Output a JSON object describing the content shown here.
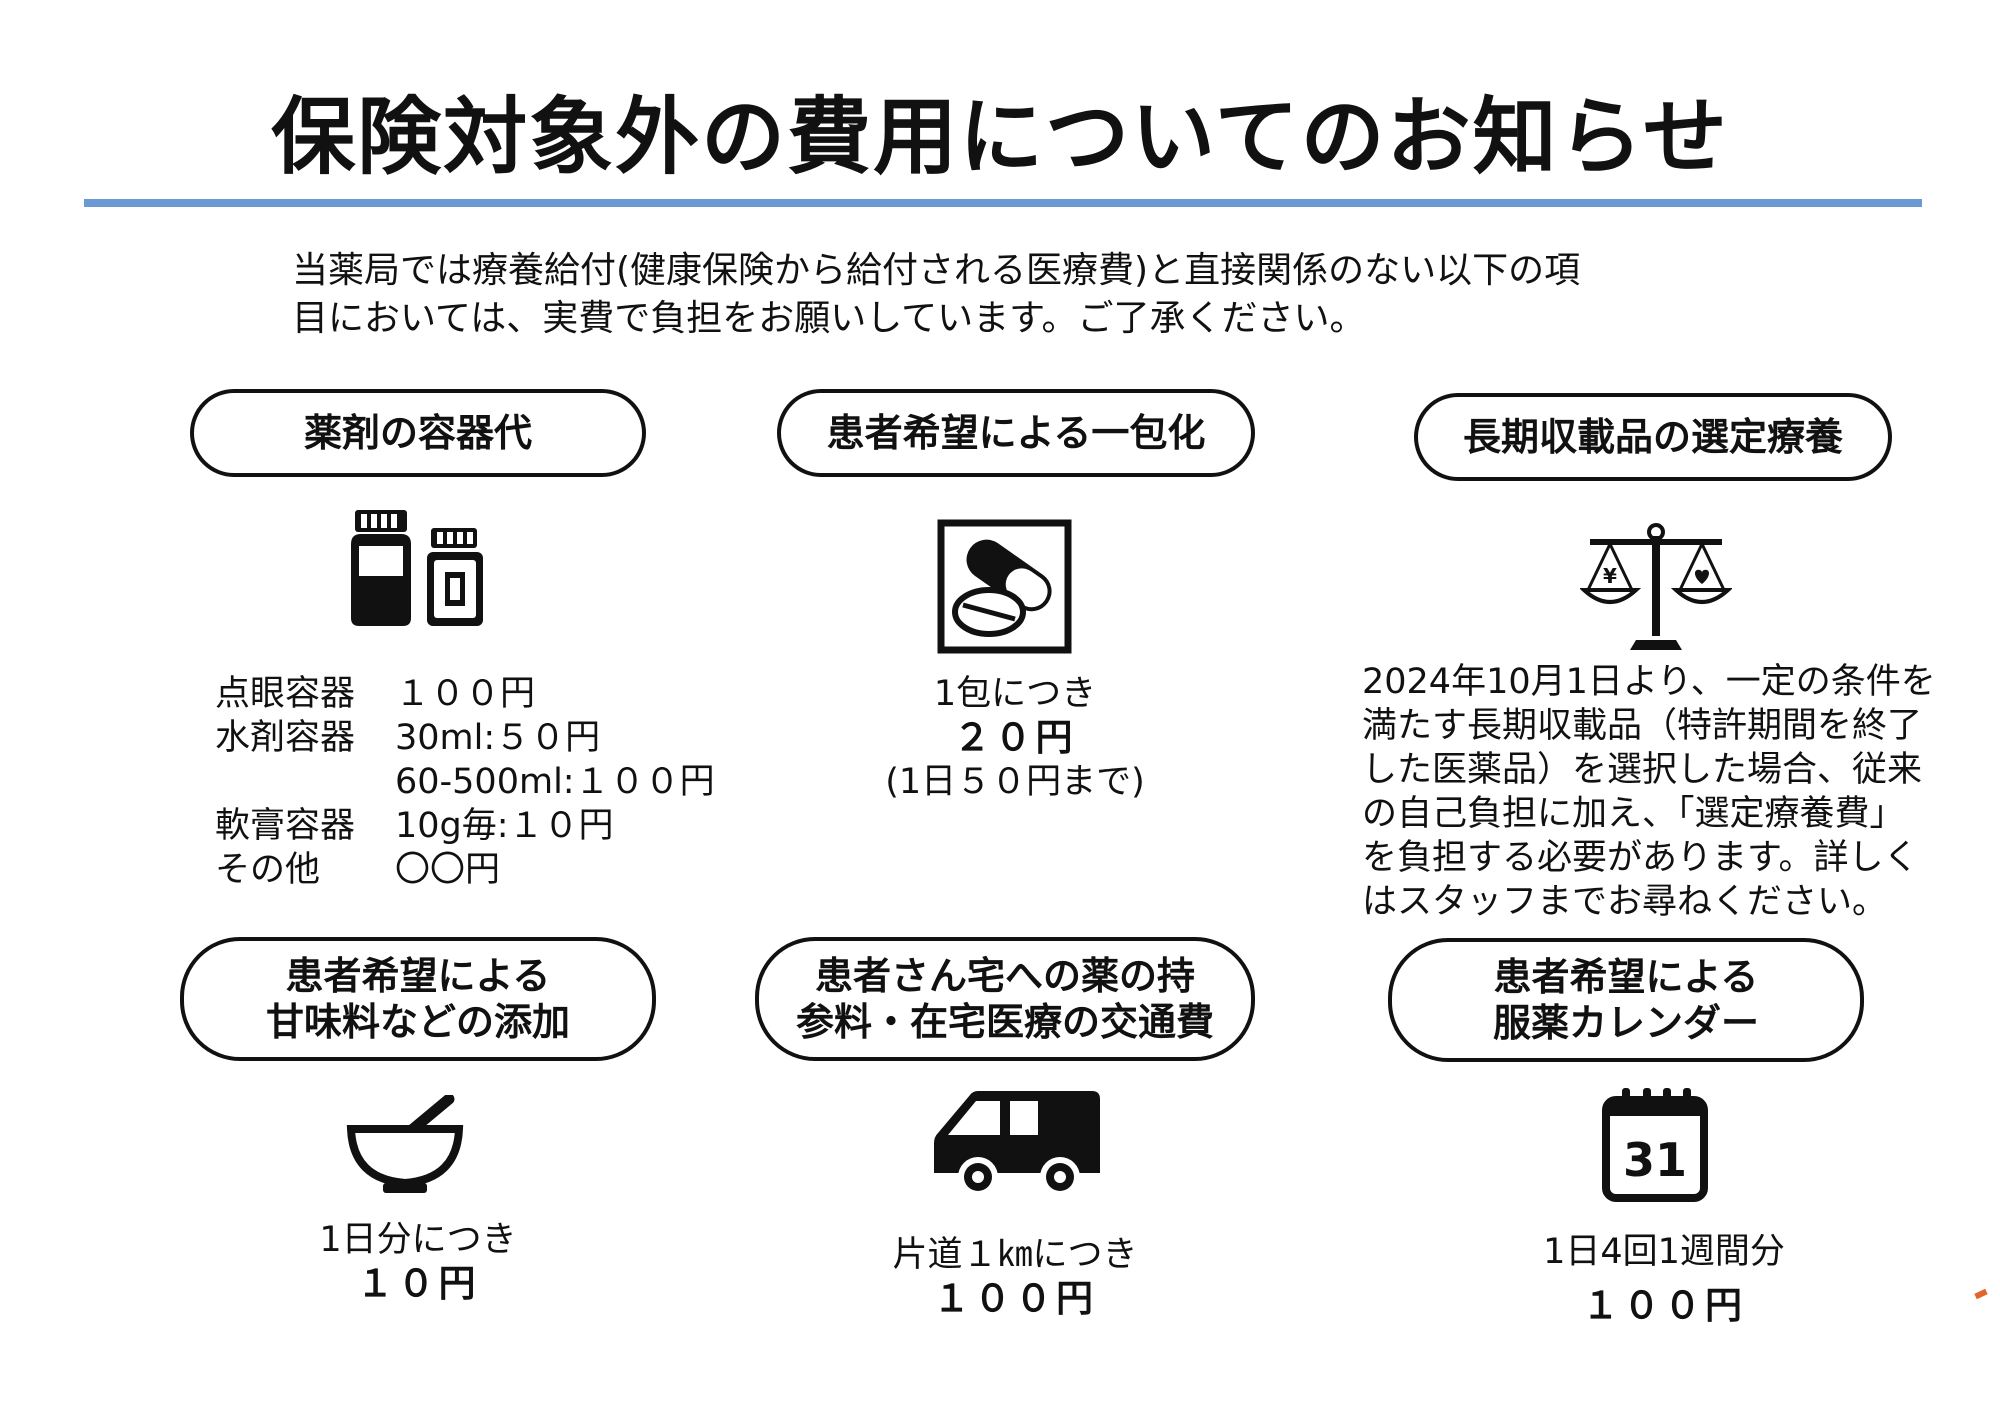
{
  "title": "保険対象外の費用についてのお知らせ",
  "intro": {
    "line1": "当薬局では療養給付(健康保険から給付される医療費)と直接関係のない以下の項",
    "line2": "目においては、実費で負担をお願いしています。ご了承ください。"
  },
  "items": [
    {
      "heading": [
        "薬剤の容器代"
      ],
      "icon": "medicine-bottles-icon",
      "rows": [
        {
          "label": "点眼容器",
          "value": "１００円"
        },
        {
          "label": "水剤容器",
          "value": "30ml:５０円"
        },
        {
          "label": "",
          "value": "60-500ml:１００円"
        },
        {
          "label": "軟膏容器",
          "value": "10g毎:１０円"
        },
        {
          "label": "その他",
          "value": "〇〇円"
        }
      ]
    },
    {
      "heading": [
        "患者希望による一包化"
      ],
      "icon": "pill-packet-icon",
      "lines": [
        "1包につき",
        "２０円",
        "(1日５０円まで)"
      ]
    },
    {
      "heading": [
        "長期収載品の選定療養"
      ],
      "icon": "balance-scale-icon",
      "paragraph": [
        "2024年10月1日より、一定の条件を",
        "満たす長期収載品（特許期間を終了",
        "した医薬品）を選択した場合、従来",
        "の自己負担に加え、「選定療養費」",
        "を負担する必要があります。詳しく",
        "はスタッフまでお尋ねください。"
      ],
      "scale_left_symbol": "¥"
    },
    {
      "heading": [
        "患者希望による",
        "甘味料などの添加"
      ],
      "icon": "mortar-pestle-icon",
      "lines": [
        "1日分につき",
        "１０円"
      ]
    },
    {
      "heading": [
        "患者さん宅への薬の持",
        "参料・在宅医療の交通費"
      ],
      "icon": "delivery-van-icon",
      "lines": [
        "片道１㎞につき",
        "１００円"
      ]
    },
    {
      "heading": [
        "患者希望による",
        "服薬カレンダー"
      ],
      "icon": "calendar-icon",
      "calendar_day": "31",
      "lines": [
        "1日4回1週間分",
        "１００円"
      ]
    }
  ],
  "colors": {
    "rule": "#6a99d4",
    "text": "#111111"
  }
}
